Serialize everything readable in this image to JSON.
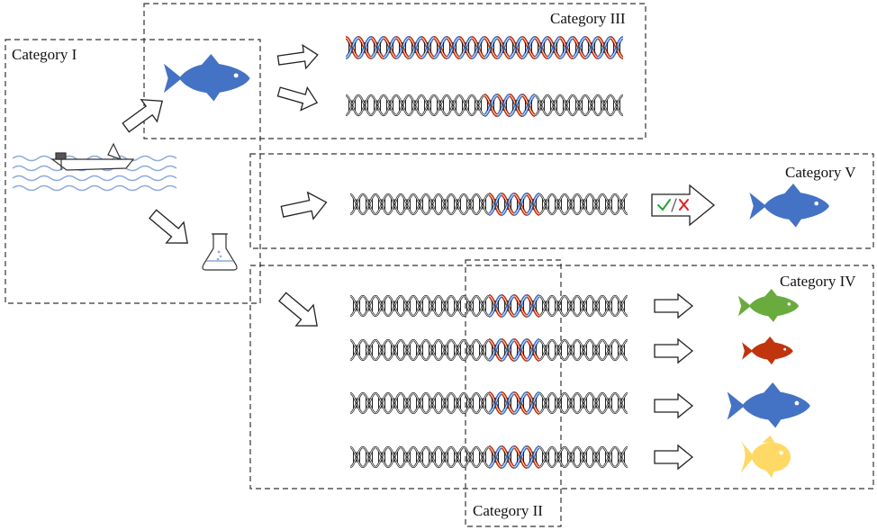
{
  "labels": {
    "cat1": "Category I",
    "cat2": "Category II",
    "cat3": "Category III",
    "cat4": "Category IV",
    "cat5": "Category V"
  },
  "colors": {
    "blue": "#4472c4",
    "red": "#c0340e",
    "green": "#6aab3e",
    "yellow": "#ffd966",
    "water": "#8faadc",
    "check": "#22a33a",
    "cross": "#e02020"
  },
  "icons": {
    "cat1": [
      "boat-icon",
      "water-waves-icon",
      "flask-icon",
      "fish-icon"
    ],
    "verdict": "check-cross-icon"
  }
}
